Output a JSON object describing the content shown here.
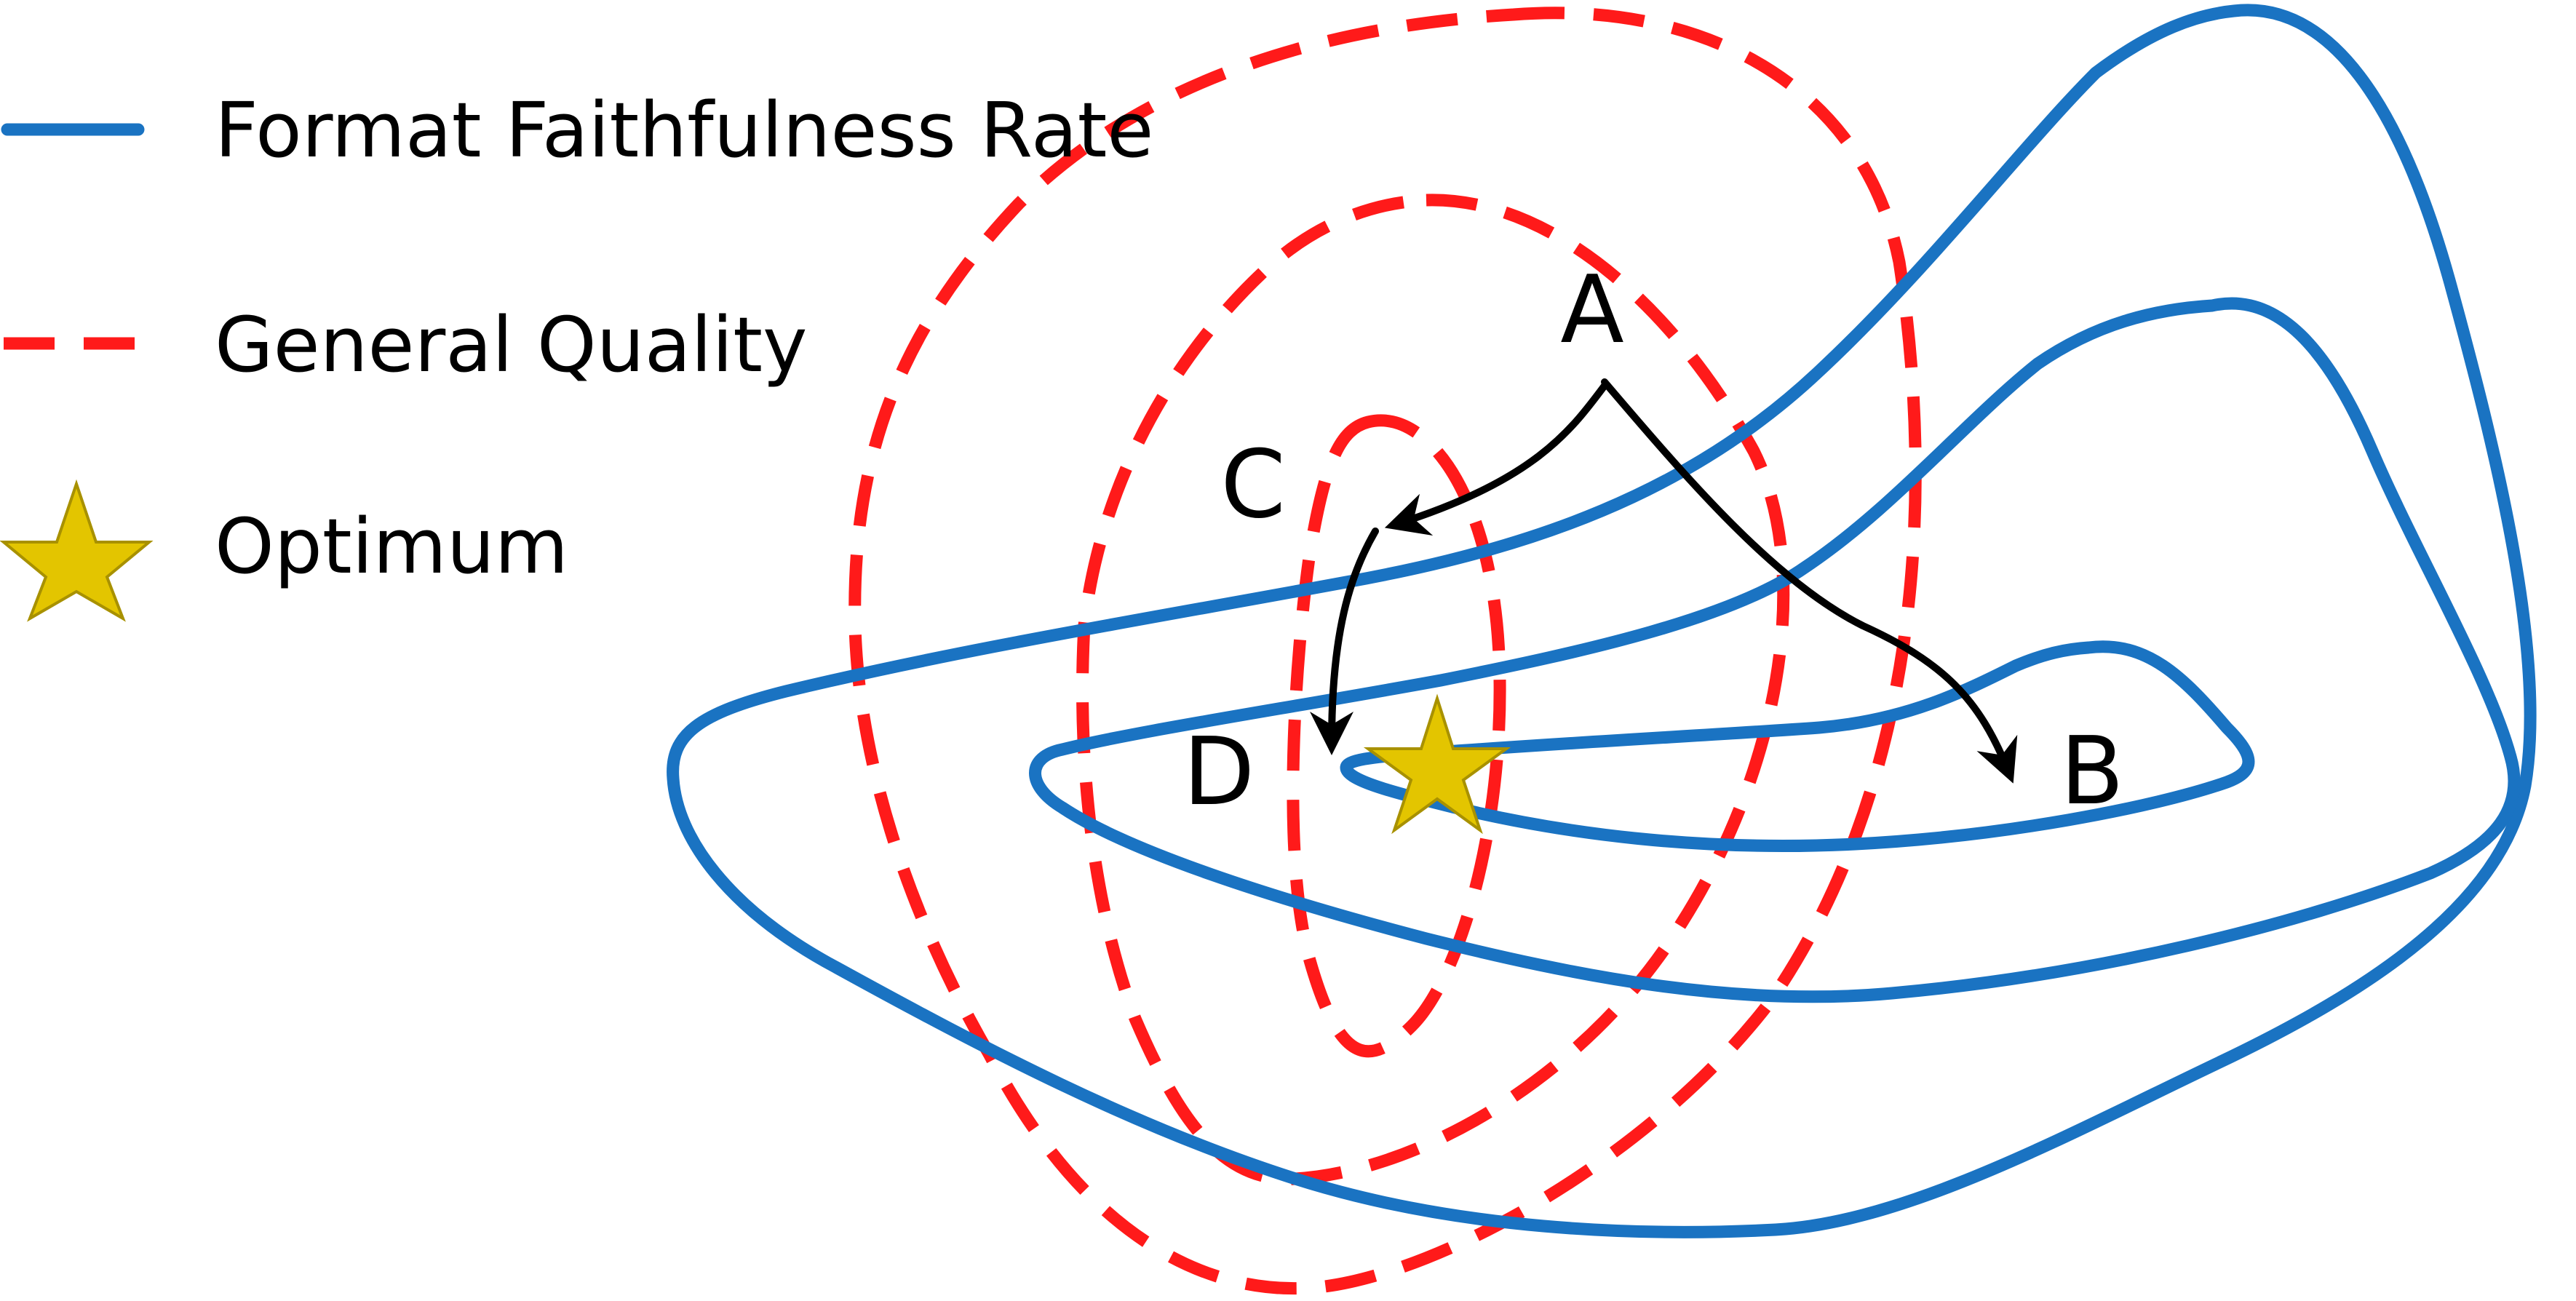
{
  "legend": {
    "format_faithfulness": "Format Faithfulness Rate",
    "general_quality": "General Quality",
    "optimum": "Optimum"
  },
  "points": {
    "a": "A",
    "b": "B",
    "c": "C",
    "d": "D"
  },
  "colors": {
    "format_faithfulness": "#1a73c2",
    "general_quality": "#ff1a1a",
    "optimum_fill": "#e3c500",
    "optimum_stroke": "#a89100",
    "arrow": "#000000"
  },
  "icons": {
    "optimum_marker": "star-icon",
    "arrowhead": "arrowhead-icon"
  }
}
